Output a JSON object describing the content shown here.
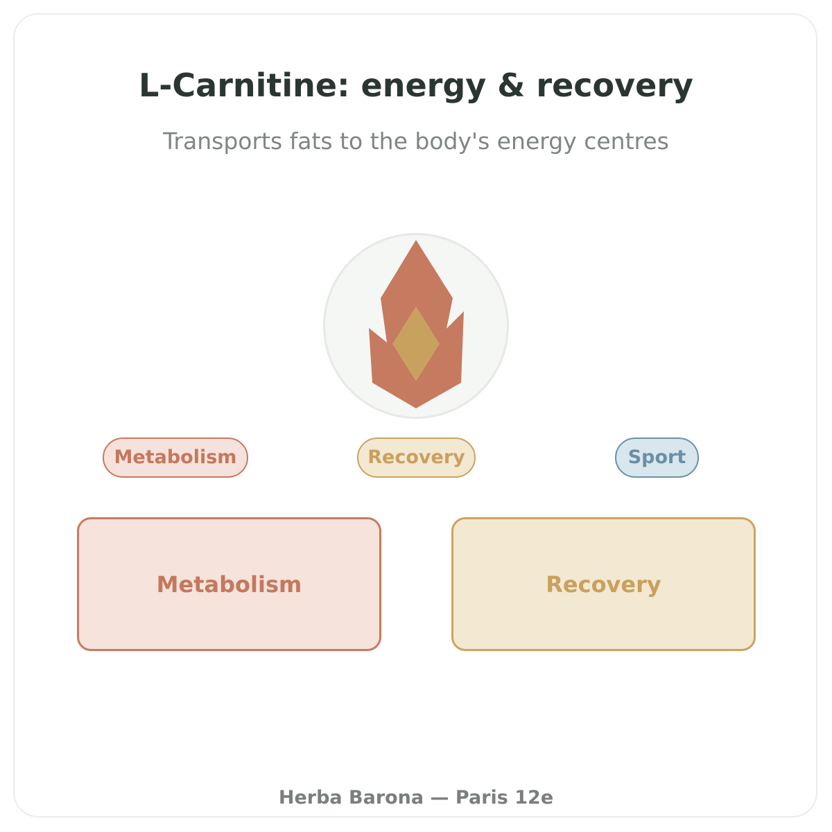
{
  "title": "L-Carnitine: energy & recovery",
  "subtitle": "Transports fats to the body's energy centres",
  "emblem": {
    "icon": "flame-icon",
    "outer_color": "#c67a60",
    "inner_color": "#c9a15f",
    "circle_fill": "#f5f7f4"
  },
  "tags": [
    {
      "label": "Metabolism",
      "color": "#c4785d"
    },
    {
      "label": "Recovery",
      "color": "#c9a05e"
    },
    {
      "label": "Sport",
      "color": "#6b8fa6"
    }
  ],
  "boxes": [
    {
      "label": "Metabolism",
      "color": "#c4785d"
    },
    {
      "label": "Recovery",
      "color": "#c9a05e"
    }
  ],
  "footer": "Herba Barona — Paris 12e"
}
